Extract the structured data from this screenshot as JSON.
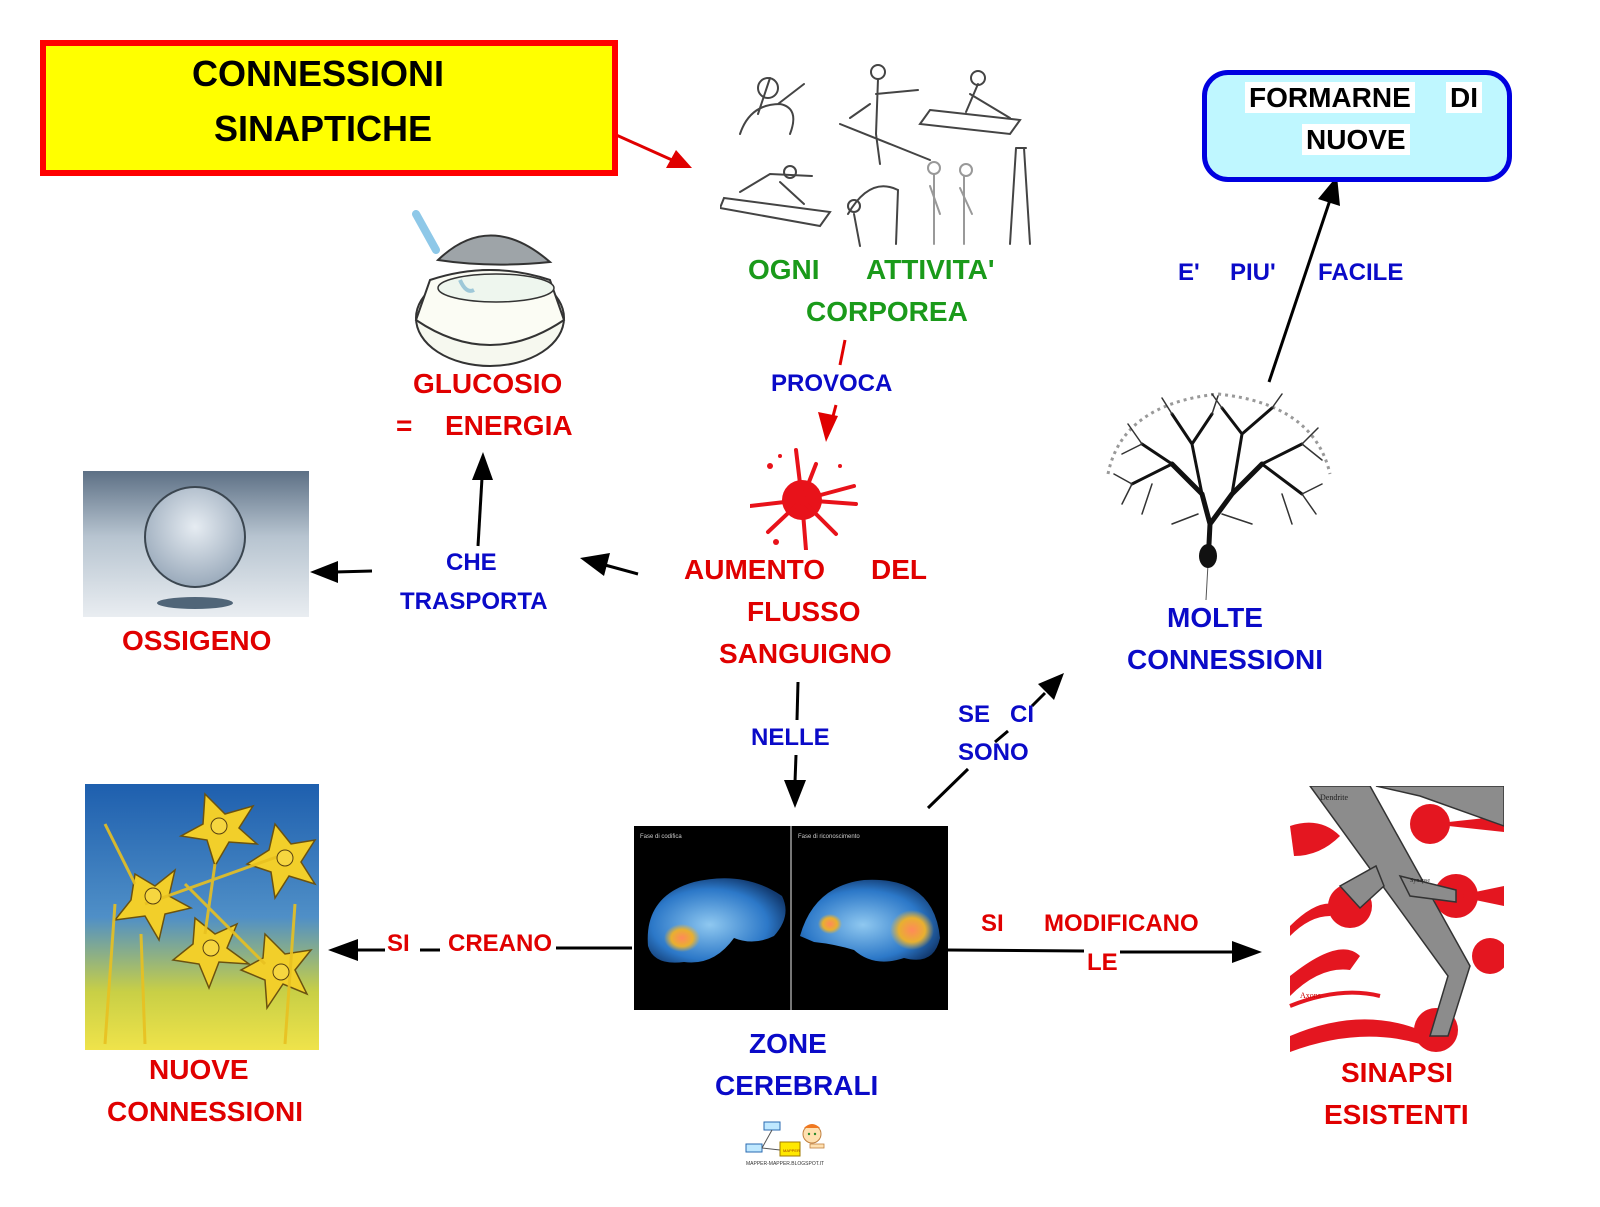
{
  "title": {
    "line1": "CONNESSIONI",
    "line2": "SINAPTICHE"
  },
  "nodes": {
    "attivita": {
      "line1a": "OGNI",
      "line1b": "ATTIVITA'",
      "line2": "CORPOREA",
      "image": "exercise-figures-image"
    },
    "glucosio": {
      "line1": "GLUCOSIO",
      "line2a": "=",
      "line2b": "ENERGIA",
      "image": "sugar-bowl-image"
    },
    "ossigeno": {
      "label": "OSSIGENO",
      "image": "water-bubble-image"
    },
    "flusso": {
      "line1a": "AUMENTO",
      "line1b": "DEL",
      "line2": "FLUSSO",
      "line3": "SANGUIGNO",
      "image": "blood-splatter-image"
    },
    "molte": {
      "line1": "MOLTE",
      "line2": "CONNESSIONI",
      "image": "neuron-dendrite-tree-image"
    },
    "formarne": {
      "line1a": "FORMARNE",
      "line1b": "DI",
      "line2": "NUOVE"
    },
    "zone": {
      "line1": "ZONE",
      "line2": "CEREBRALI",
      "image": "brain-scan-image"
    },
    "nuove": {
      "line1": "NUOVE",
      "line2": "CONNESSIONI",
      "image": "happy-neurons-image"
    },
    "sinapsi": {
      "line1": "SINAPSI",
      "line2": "ESISTENTI",
      "image": "synapse-diagram-image"
    }
  },
  "links": {
    "provoca": "PROVOCA",
    "che": "CHE",
    "trasporta": "TRASPORTA",
    "nelle": "NELLE",
    "se_ci": {
      "a": "SE",
      "b": "CI"
    },
    "sono": "SONO",
    "e_piu_facile": {
      "a": "E'",
      "b": "PIU'",
      "c": "FACILE"
    },
    "si_creano": {
      "a": "SI",
      "b": "CREANO"
    },
    "si_modificano_le": {
      "a": "SI",
      "b": "MODIFICANO",
      "c": "LE"
    }
  },
  "brain_panels": {
    "left_caption": "Fase di codifica",
    "right_caption": "Fase di riconoscimento"
  },
  "footer_logo": {
    "text": "MAPPER-MAPPER.BLOGSPOT.IT",
    "badge": "MAPPER"
  },
  "colors": {
    "red": "#e00000",
    "blue": "#0a0ac8",
    "green": "#1a9a1a",
    "title_fill": "#ffff00",
    "title_border": "#ff0000",
    "formarne_fill": "#bff7ff",
    "formarne_border": "#0000e0"
  }
}
